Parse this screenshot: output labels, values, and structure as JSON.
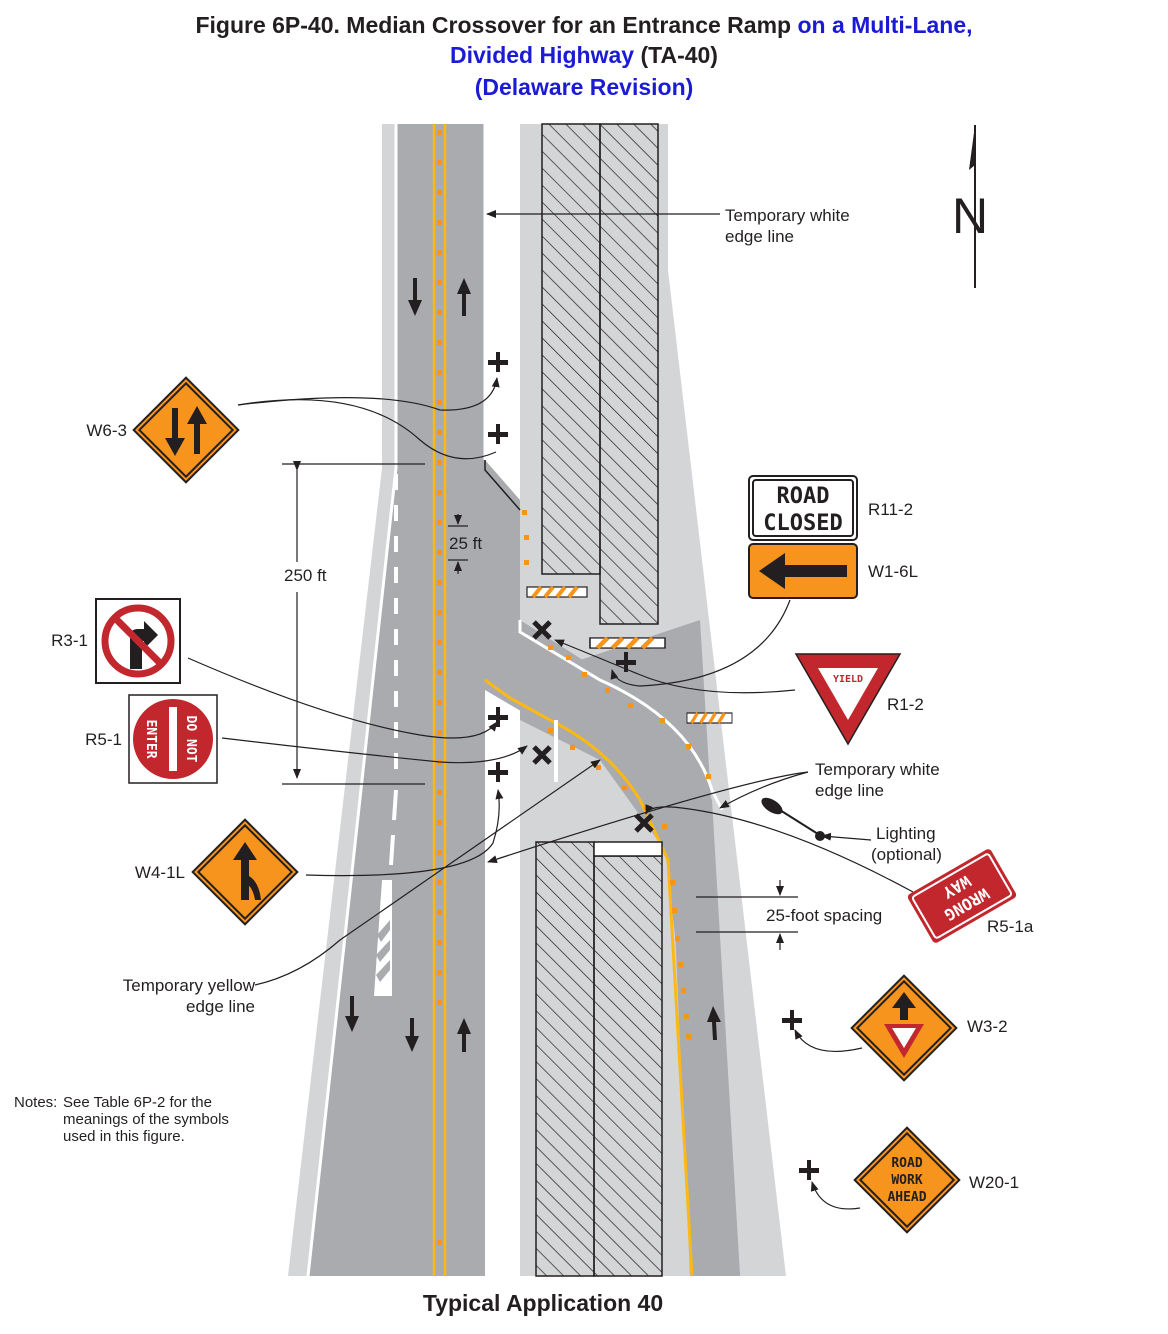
{
  "title": {
    "line1_prefix": "Figure 6P-40.  Median Crossover for an Entrance Ramp ",
    "line1_blue": "on a Multi-Lane,",
    "line2_blue": "Divided Highway",
    "line2_suffix": " (TA-40)",
    "line3_blue": "(Delaware Revision)"
  },
  "bottom_title": "Typical Application 40",
  "north_label": "N",
  "labels": {
    "temp_white_edge_top_1": "Temporary white",
    "temp_white_edge_top_2": "edge line",
    "temp_white_edge_mid_1": "Temporary white",
    "temp_white_edge_mid_2": "edge line",
    "temp_yellow_edge_1": "Temporary yellow",
    "temp_yellow_edge_2": "edge line",
    "dist_250": "250 ft",
    "dist_25": "25 ft",
    "spacing_25": "25-foot spacing",
    "lighting_1": "Lighting",
    "lighting_2": "(optional)"
  },
  "signs": {
    "w6_3": "W6-3",
    "r3_1": "R3-1",
    "r5_1": "R5-1",
    "w4_1l": "W4-1L",
    "r11_2": "R11-2",
    "w1_6l": "W1-6L",
    "r1_2": "R1-2",
    "r5_1a": "R5-1a",
    "w3_2": "W3-2",
    "w20_1": "W20-1"
  },
  "sign_text": {
    "road_closed_1": "ROAD",
    "road_closed_2": "CLOSED",
    "yield": "YIELD",
    "do_not": "DO NOT",
    "enter": "ENTER",
    "wrong": "WRONG",
    "way": "WAY",
    "road": "ROAD",
    "work": "WORK",
    "ahead": "AHEAD"
  },
  "notes": {
    "heading": "Notes:",
    "body": "See Table 6P-2 for the meanings of the symbols used in this figure."
  },
  "colors": {
    "pavement": "#a9abae",
    "shoulder": "#d4d5d7",
    "orange": "#f7941d",
    "yellow": "#fdb913",
    "red": "#c1272d",
    "blue": "#1b1bd6"
  }
}
